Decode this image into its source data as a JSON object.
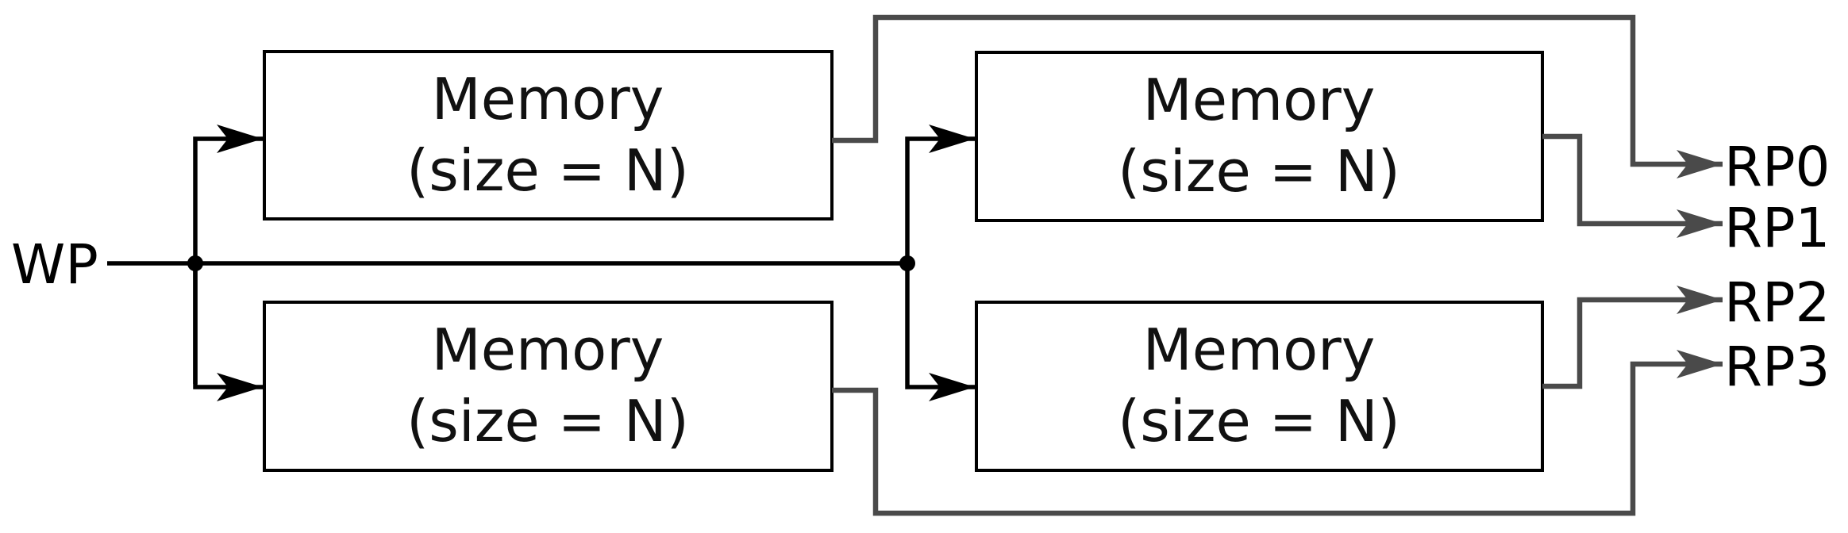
{
  "write_port": {
    "label": "WP"
  },
  "memories": [
    {
      "title": "Memory",
      "size": "(size = N)"
    },
    {
      "title": "Memory",
      "size": "(size = N)"
    },
    {
      "title": "Memory",
      "size": "(size = N)"
    },
    {
      "title": "Memory",
      "size": "(size = N)"
    }
  ],
  "read_ports": [
    {
      "label": "RP0"
    },
    {
      "label": "RP1"
    },
    {
      "label": "RP2"
    },
    {
      "label": "RP3"
    }
  ],
  "colors": {
    "write_path": "#000000",
    "read_path": "#4a4a4a"
  }
}
